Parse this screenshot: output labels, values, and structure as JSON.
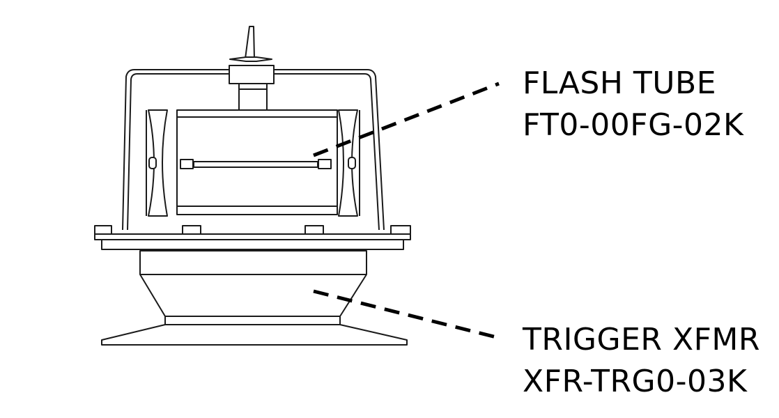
{
  "callouts": [
    {
      "title": "FLASH TUBE",
      "part_number": "FT0-00FG-02K"
    },
    {
      "title": "TRIGGER XFMR",
      "part_number": "XFR-TRG0-03K"
    }
  ],
  "colors": {
    "line": "#1a1a1a",
    "fill": "#ffffff"
  }
}
